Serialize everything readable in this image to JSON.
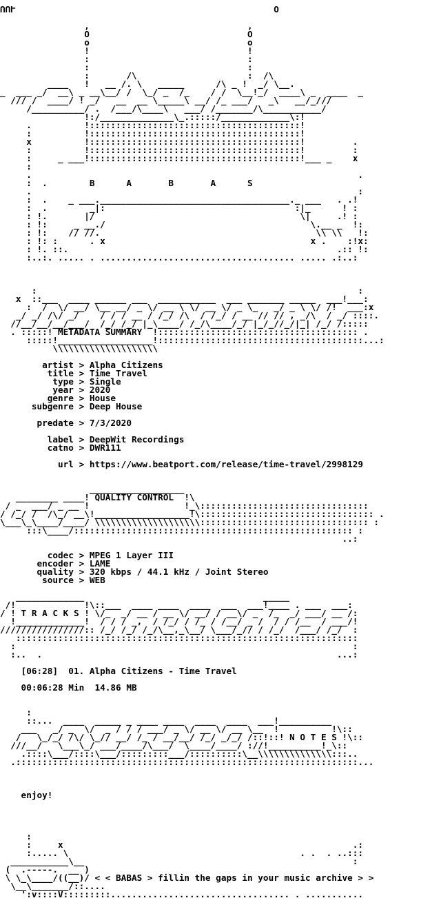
{
  "nfo": {
    "lines": [
      "ՈՈՒ                                                 O",
      "",
      "                ,                              ,",
      "                O                              O",
      "                o                              o",
      "                !                              !",
      "                :                              :",
      "                :                              :",
      "                :       /\\                     :  /\\",
      "         ____   !   __ /. \\   _____      /\\ _ !  _/ \\__.",
      "_  ___ _/  __\\ _ __\\__/ /  \\_/ _  /_    / /  \\__!_/  ____\\ _  ____  _",
      "  /// /  ____/ ! _/   __  __ \\_____\\ __/ /_ ___/   _\\   __/_/// ",
      "     /__________/ .  /___/\\____\\   ___/ /_______/\\___________/",
      "                !:/______________\\_.:::::/_____________\\:!",
      "     .          !::::::::::::::::::::::::::::::::::::::::!",
      "     :          !::::::::::::::::::::::::::::::::::::::::!",
      "     x          !::::::::::::::::::::::::::::::::::::::::!         .",
      "     :          !::::::::::::::::::::::::::::::::::::::::!         :",
      "     :     _ ___!::::::::::::::::::::::::::::::::::::::::!___ _    x",
      "     :",
      "     .                                                              .",
      "     :  .        B      A       B       A      S",
      "     .                                                              :",
      "     :  .    _ ___.____________________________________._ ___   . .!",
      "     :  .        _|:                                    :|_      ! :",
      "     : !.       |/                                       \\|     .! :",
      "     : !:     _ __./                                       \\.__ _  !:",
      "     : !:    // //.                                         \\\\ \\\\   !:",
      "     : !: :      . x                                       x .    :!x:",
      "     : !. ::.                                                   .:: !:",
      "     :..:. ..... . ..................................... ..... .:..:",
      "",
      "",
      "",
      "      :                                                             :",
      "   x  ::___  ____ ______ ___  ___________  ___ _______ _____  ___!___:",
      "     :  /  \\/ __/ \\__ __/ _ \\/ __ \\ \\/ __ \\/ _ \\_   _/ _ \\ \\/ /!  ___:x",
      "   _/ _/ /\\/ _/    / / / __ / /_/ /\\  / /_/ / __ // // , _/\\  / _/ ::::.",
      "  //__/__/__/___/  /_/ /_/ |_\\____/ /_/\\____/_/ |_/_//_/|_| /_/ /::::: ",
      "  . :::::! METADATA SUMMARY  !:::::::::::::::::::::::::::::::::::::: .",
      "     :::::!__________________!:::::::::::::::::::::::::::::::::::::::...:",
      "          \\\\\\\\\\\\\\\\\\\\\\\\\\\\\\\\\\\\\\\\",
      "",
      "        artist > Alpha Citizens",
      "         title > Time Travel",
      "          type > Single",
      "          year > 2020",
      "         genre > House",
      "      subgenre > Deep House",
      "",
      "       predate > 7/3/2020",
      "",
      "         label > DeepWit Recordings",
      "         catno > DWR111",
      "",
      "           url > https://www.beatport.com/release/time-travel/2998129",
      "",
      "",
      "                 __________________",
      "   ________ ____! QUALITY CONTROL  !\\",
      " / _  ___/ _ __ !                  !_\\::::::::::::::::::::::::::::::::",
      "/ /_/ /  /\\_/ __\\!__________________!\\::::::::::::::::::::::::::::::::: .",
      "\\___\\_\\____/____/ \\\\\\\\\\\\\\\\\\\\\\\\\\\\\\\\\\\\\\\\:::::::::::::::::::::::::::::::: :",
      "     :::\\____/::::::::::::::::::::::::::::::::::::::::::::::::::::: :",
      "                                                                 ..:",
      "",
      "         codec > MPEG 1 Layer III",
      "       encoder > LAME",
      "       quality > 320 kbps / 44.1 kHz / Joint Stereo",
      "        source > WEB",
      "",
      "   _____________                                  _____",
      " /!             !\\::___  ____ ____  ____  ___  ___!____ . ___  ___:",
      "/ ! T R A C K S ! \\/_  _/ __ / __ \\/ __/ / __\\/ _  /_  _/ ___/ __ /:",
      "  !_____________!  / / / _,  / /_/ / /_ / /__/ _ /  / / /__  / ___/!",
      "////////////////:: /_/ /_/ /_/\\__,_\\__/ \\___/_// / /_/  /___/ /_/  :",
      "   :::::::::::::::::::::::::::::::::::::::::::::::::::::::::::::::::",
      "  :                                                                :",
      "  :..  .                                                        ...:",
      "",
      "    [06:28]  01. Alpha Citizens - Time Travel",
      "",
      "    00:06:28 Min  14.86 MB",
      "",
      "",
      "     :",
      "     ::...  ____  _____ _ ____ ____  ____  ____  ___!__________",
      "    ___   _/ _  \\/  _ / / / ___/ _ \\/ __ \\/ __ \\__  !          !\\::",
      "   /   \\_/_/ /\\/ \\_// __/ /_ / __/__/ /_/ _/_/ /::!::! N O T E S !\\::",
      "  ///__/   \\___\\_/ ___/____/\\___/  \\____/____/ ://!__________!_\\::",
      "    .::::\\___/::::\\___/:::::::::___/::::::::::\\__\\\\\\\\\\\\\\\\\\\\\\\\\\\\:::..",
      "  .:::::::::::::::::::::::::::::::::::::::::::::::::::::::::::::::::...",
      "",
      "",
      "",
      "    enjoy!",
      "",
      "",
      "",
      "",
      "     :",
      "     :     x                                                       .:",
      "     :..... \\                                            . .  . ..:::",
      "  ___________\\__                                                   :",
      " (  .-----.  __ )",
      " \\ \\_\\____/((__)/ < < BABAS > fillin the gaps in your music archive > >",
      "  \\__\\_______/::....",
      "    ':v::::V:::::::::.................................. . ...........",
      ""
    ]
  }
}
